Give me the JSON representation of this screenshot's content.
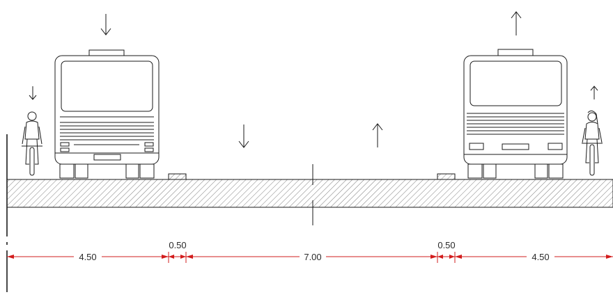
{
  "dimensions": {
    "left_lane": "4.50",
    "left_separator": "0.50",
    "center_lanes": "7.00",
    "right_separator": "0.50",
    "right_lane": "4.50"
  },
  "colors": {
    "drawing_line": "#1a1a1a",
    "dimension_line": "#d21c1c",
    "background": "#ffffff"
  },
  "icons": {
    "direction_down": "arrow-down-icon",
    "direction_up": "arrow-up-icon",
    "vehicle": "bus-icon",
    "cyclist": "cyclist-icon"
  }
}
